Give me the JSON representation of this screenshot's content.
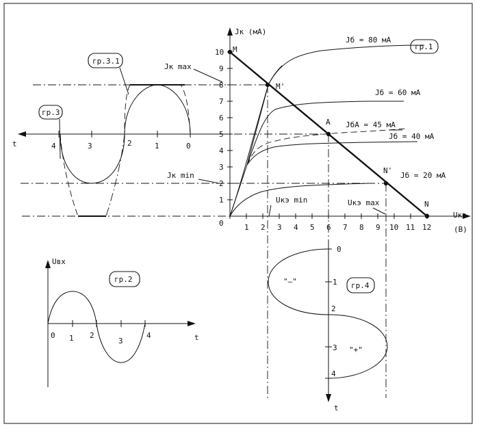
{
  "graph1": {
    "tag": "гр.1",
    "y_axis_label": "Jк (мА)",
    "x_axis_label": "Uкэ",
    "x_unit": "(B)",
    "y_ticks": [
      "0",
      "1",
      "2",
      "3",
      "4",
      "5",
      "6",
      "7",
      "8",
      "9",
      "10"
    ],
    "x_ticks": [
      "1",
      "2",
      "3",
      "4",
      "5",
      "6",
      "7",
      "8",
      "9",
      "10",
      "11",
      "12"
    ],
    "curves": [
      {
        "label": "Jб = 80 мА",
        "ib": 80,
        "sat_ma": 10.4
      },
      {
        "label": "Jб = 60 мА",
        "ib": 60,
        "sat_ma": 7.1
      },
      {
        "label": "JбА = 45 мА",
        "ib": 45,
        "sat_ma": 5.2
      },
      {
        "label": "Jб = 40 мА",
        "ib": 40,
        "sat_ma": 4.6
      },
      {
        "label": "Jб = 20 мА",
        "ib": 20,
        "sat_ma": 2.1
      }
    ],
    "load_line": {
      "from": {
        "u": 0,
        "i": 10
      },
      "to": {
        "u": 12,
        "i": 0
      }
    },
    "points": [
      {
        "name": "M",
        "u": 0,
        "i": 10
      },
      {
        "name": "M'",
        "u": 2.3,
        "i": 8
      },
      {
        "name": "A",
        "u": 6,
        "i": 5
      },
      {
        "name": "N'",
        "u": 9.5,
        "i": 2
      },
      {
        "name": "N",
        "u": 12,
        "i": 0
      }
    ],
    "ann_jk_max": "Jк max",
    "ann_jk_min": "Jк min",
    "ann_uke_min": "Uкэ min",
    "ann_uke_max": "Uкэ max"
  },
  "graph2": {
    "tag": "гр.2",
    "y_axis_label": "Uвх",
    "x_axis_label": "t",
    "ticks": [
      "0",
      "1",
      "2",
      "3",
      "4"
    ]
  },
  "graph3": {
    "tag": "гр.3",
    "tag_31": "гр.3.1",
    "axis_label": "t",
    "ticks": [
      "4",
      "3",
      "2",
      "1",
      "0"
    ]
  },
  "graph4": {
    "tag": "гр.4",
    "axis_label": "t",
    "ticks": [
      "0",
      "1",
      "2",
      "3",
      "4"
    ],
    "neg_label": "\"—\"",
    "pos_label": "\"+\""
  }
}
